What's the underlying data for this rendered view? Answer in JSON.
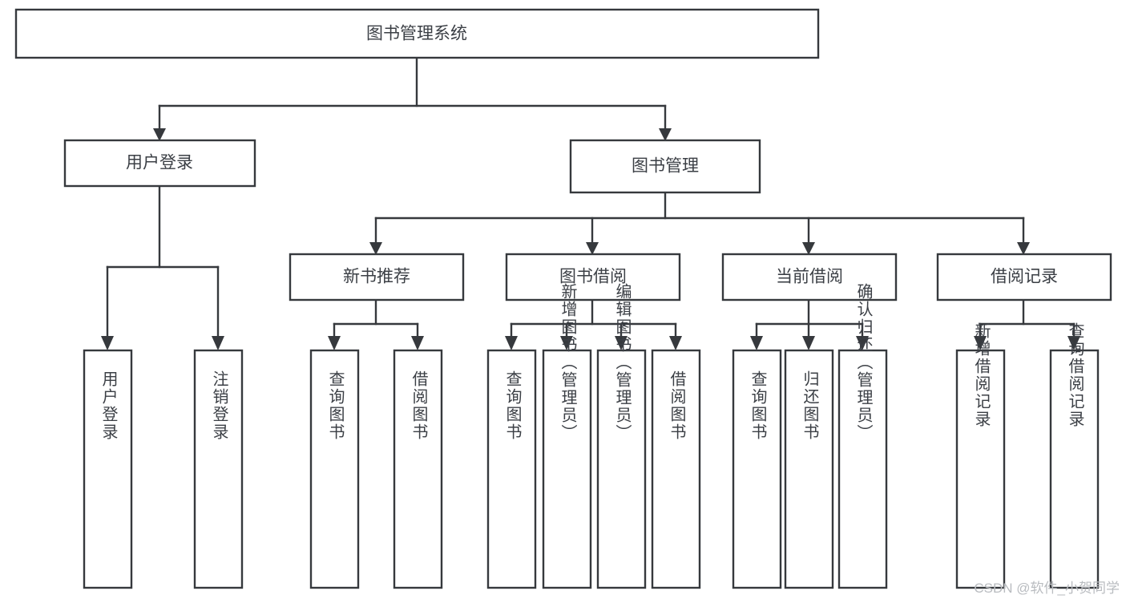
{
  "diagram": {
    "type": "tree-hierarchy-chart",
    "root": {
      "id": "root",
      "label": "图书管理系统"
    },
    "level1": [
      {
        "id": "user-login",
        "label": "用户登录"
      },
      {
        "id": "book-management",
        "label": "图书管理"
      }
    ],
    "level2": [
      {
        "id": "new-book-recommend",
        "label": "新书推荐",
        "parent": "book-management"
      },
      {
        "id": "book-borrow",
        "label": "图书借阅",
        "parent": "book-management"
      },
      {
        "id": "current-borrow",
        "label": "当前借阅",
        "parent": "book-management"
      },
      {
        "id": "borrow-record",
        "label": "借阅记录",
        "parent": "book-management"
      }
    ],
    "leaves": [
      {
        "id": "leaf-user-login",
        "label": "用户登录",
        "parent": "user-login"
      },
      {
        "id": "leaf-logout-login",
        "label": "注销登录",
        "parent": "user-login"
      },
      {
        "id": "leaf-query-book-1",
        "label": "查询图书",
        "parent": "new-book-recommend"
      },
      {
        "id": "leaf-borrow-book-1",
        "label": "借阅图书",
        "parent": "new-book-recommend"
      },
      {
        "id": "leaf-query-book-2",
        "label": "查询图书",
        "parent": "book-borrow"
      },
      {
        "id": "leaf-add-book",
        "label": "新增图书（管理员）",
        "parent": "book-borrow"
      },
      {
        "id": "leaf-edit-book",
        "label": "编辑图书（管理员）",
        "parent": "book-borrow"
      },
      {
        "id": "leaf-borrow-book-2",
        "label": "借阅图书",
        "parent": "book-borrow"
      },
      {
        "id": "leaf-query-book-3",
        "label": "查询图书",
        "parent": "current-borrow"
      },
      {
        "id": "leaf-return-book",
        "label": "归还图书",
        "parent": "current-borrow"
      },
      {
        "id": "leaf-confirm-return",
        "label": "确认归还（管理员）",
        "parent": "current-borrow"
      },
      {
        "id": "leaf-add-record",
        "label": "新增借阅记录",
        "parent": "borrow-record"
      },
      {
        "id": "leaf-query-record",
        "label": "查询借阅记录",
        "parent": "borrow-record"
      }
    ],
    "colors": {
      "background": "#ffffff",
      "box_fill": "#ffffff",
      "box_stroke": "#36393d",
      "text": "#3b3f45",
      "watermark": "#b9bcc0"
    }
  },
  "watermark": {
    "text": "CSDN @软件_小贺同学"
  }
}
